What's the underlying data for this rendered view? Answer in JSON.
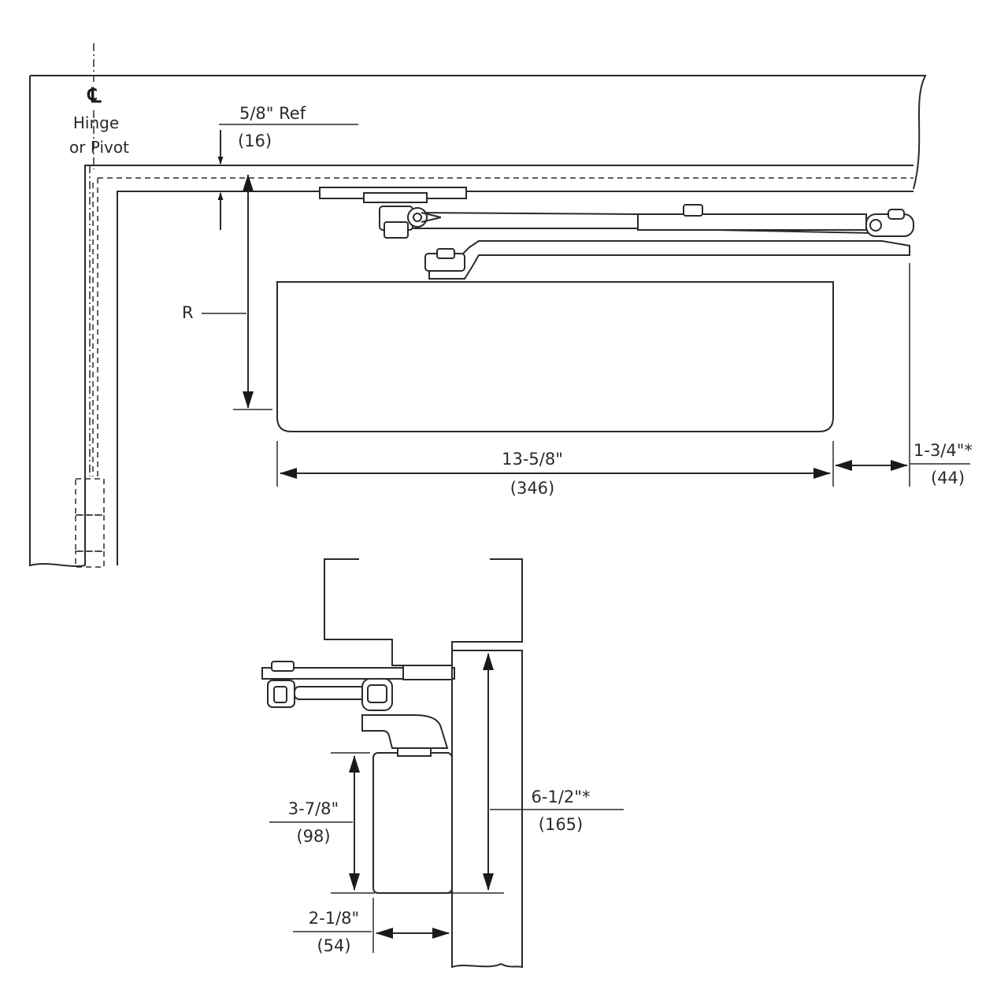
{
  "top_view": {
    "centerline_symbol": "℄",
    "hinge_label_line1": "Hinge",
    "hinge_label_line2": "or Pivot",
    "ref_dim": {
      "imperial": "5/8\"  Ref",
      "metric": "(16)"
    },
    "r_label": "R",
    "length_dim": {
      "imperial": "13-5/8\"",
      "metric": "(346)"
    },
    "clearance_dim": {
      "imperial": "1-3/4\"*",
      "metric": "(44)"
    }
  },
  "side_view": {
    "body_height_dim": {
      "imperial": "3-7/8\"",
      "metric": "(98)"
    },
    "frame_height_dim": {
      "imperial": "6-1/2\"*",
      "metric": "(165)"
    },
    "depth_dim": {
      "imperial": "2-1/8\"",
      "metric": "(54)"
    }
  }
}
